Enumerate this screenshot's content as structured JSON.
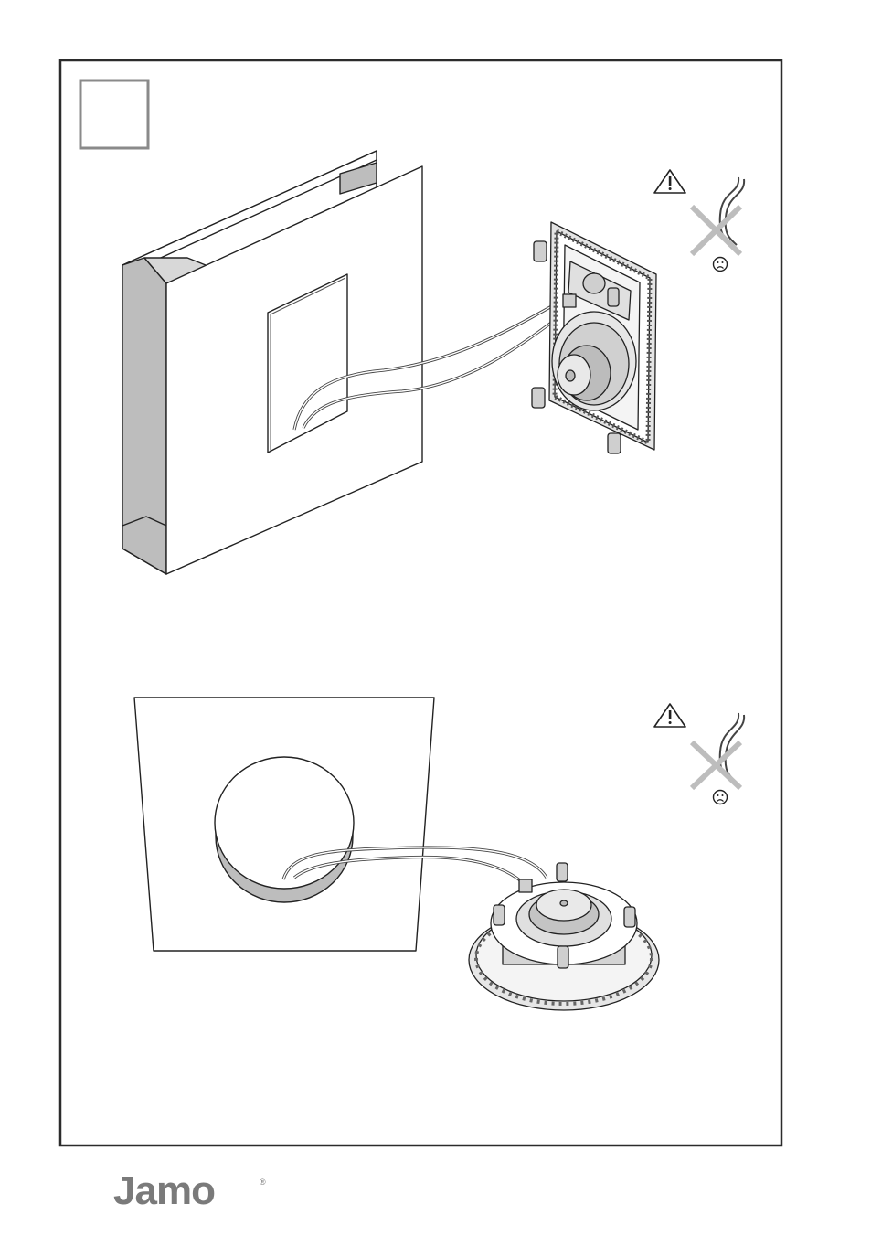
{
  "page": {
    "step_number": "",
    "brand": {
      "name": "Jamo",
      "color": "#7a7a7a"
    },
    "panels": [
      {
        "name": "in-wall-installation",
        "warning_icon": "warning-triangle-icon",
        "no_kink_icon": "crossed-bent-cable-icon",
        "sad_icon": "sad-face-icon"
      },
      {
        "name": "in-ceiling-installation",
        "warning_icon": "warning-triangle-icon",
        "no_kink_icon": "crossed-bent-cable-icon",
        "sad_icon": "sad-face-icon"
      }
    ],
    "colors": {
      "frame": "#2b2b2b",
      "stud": "#bdbdbd",
      "line": "#222222",
      "speaker_grey": "#c9c9c9"
    }
  }
}
